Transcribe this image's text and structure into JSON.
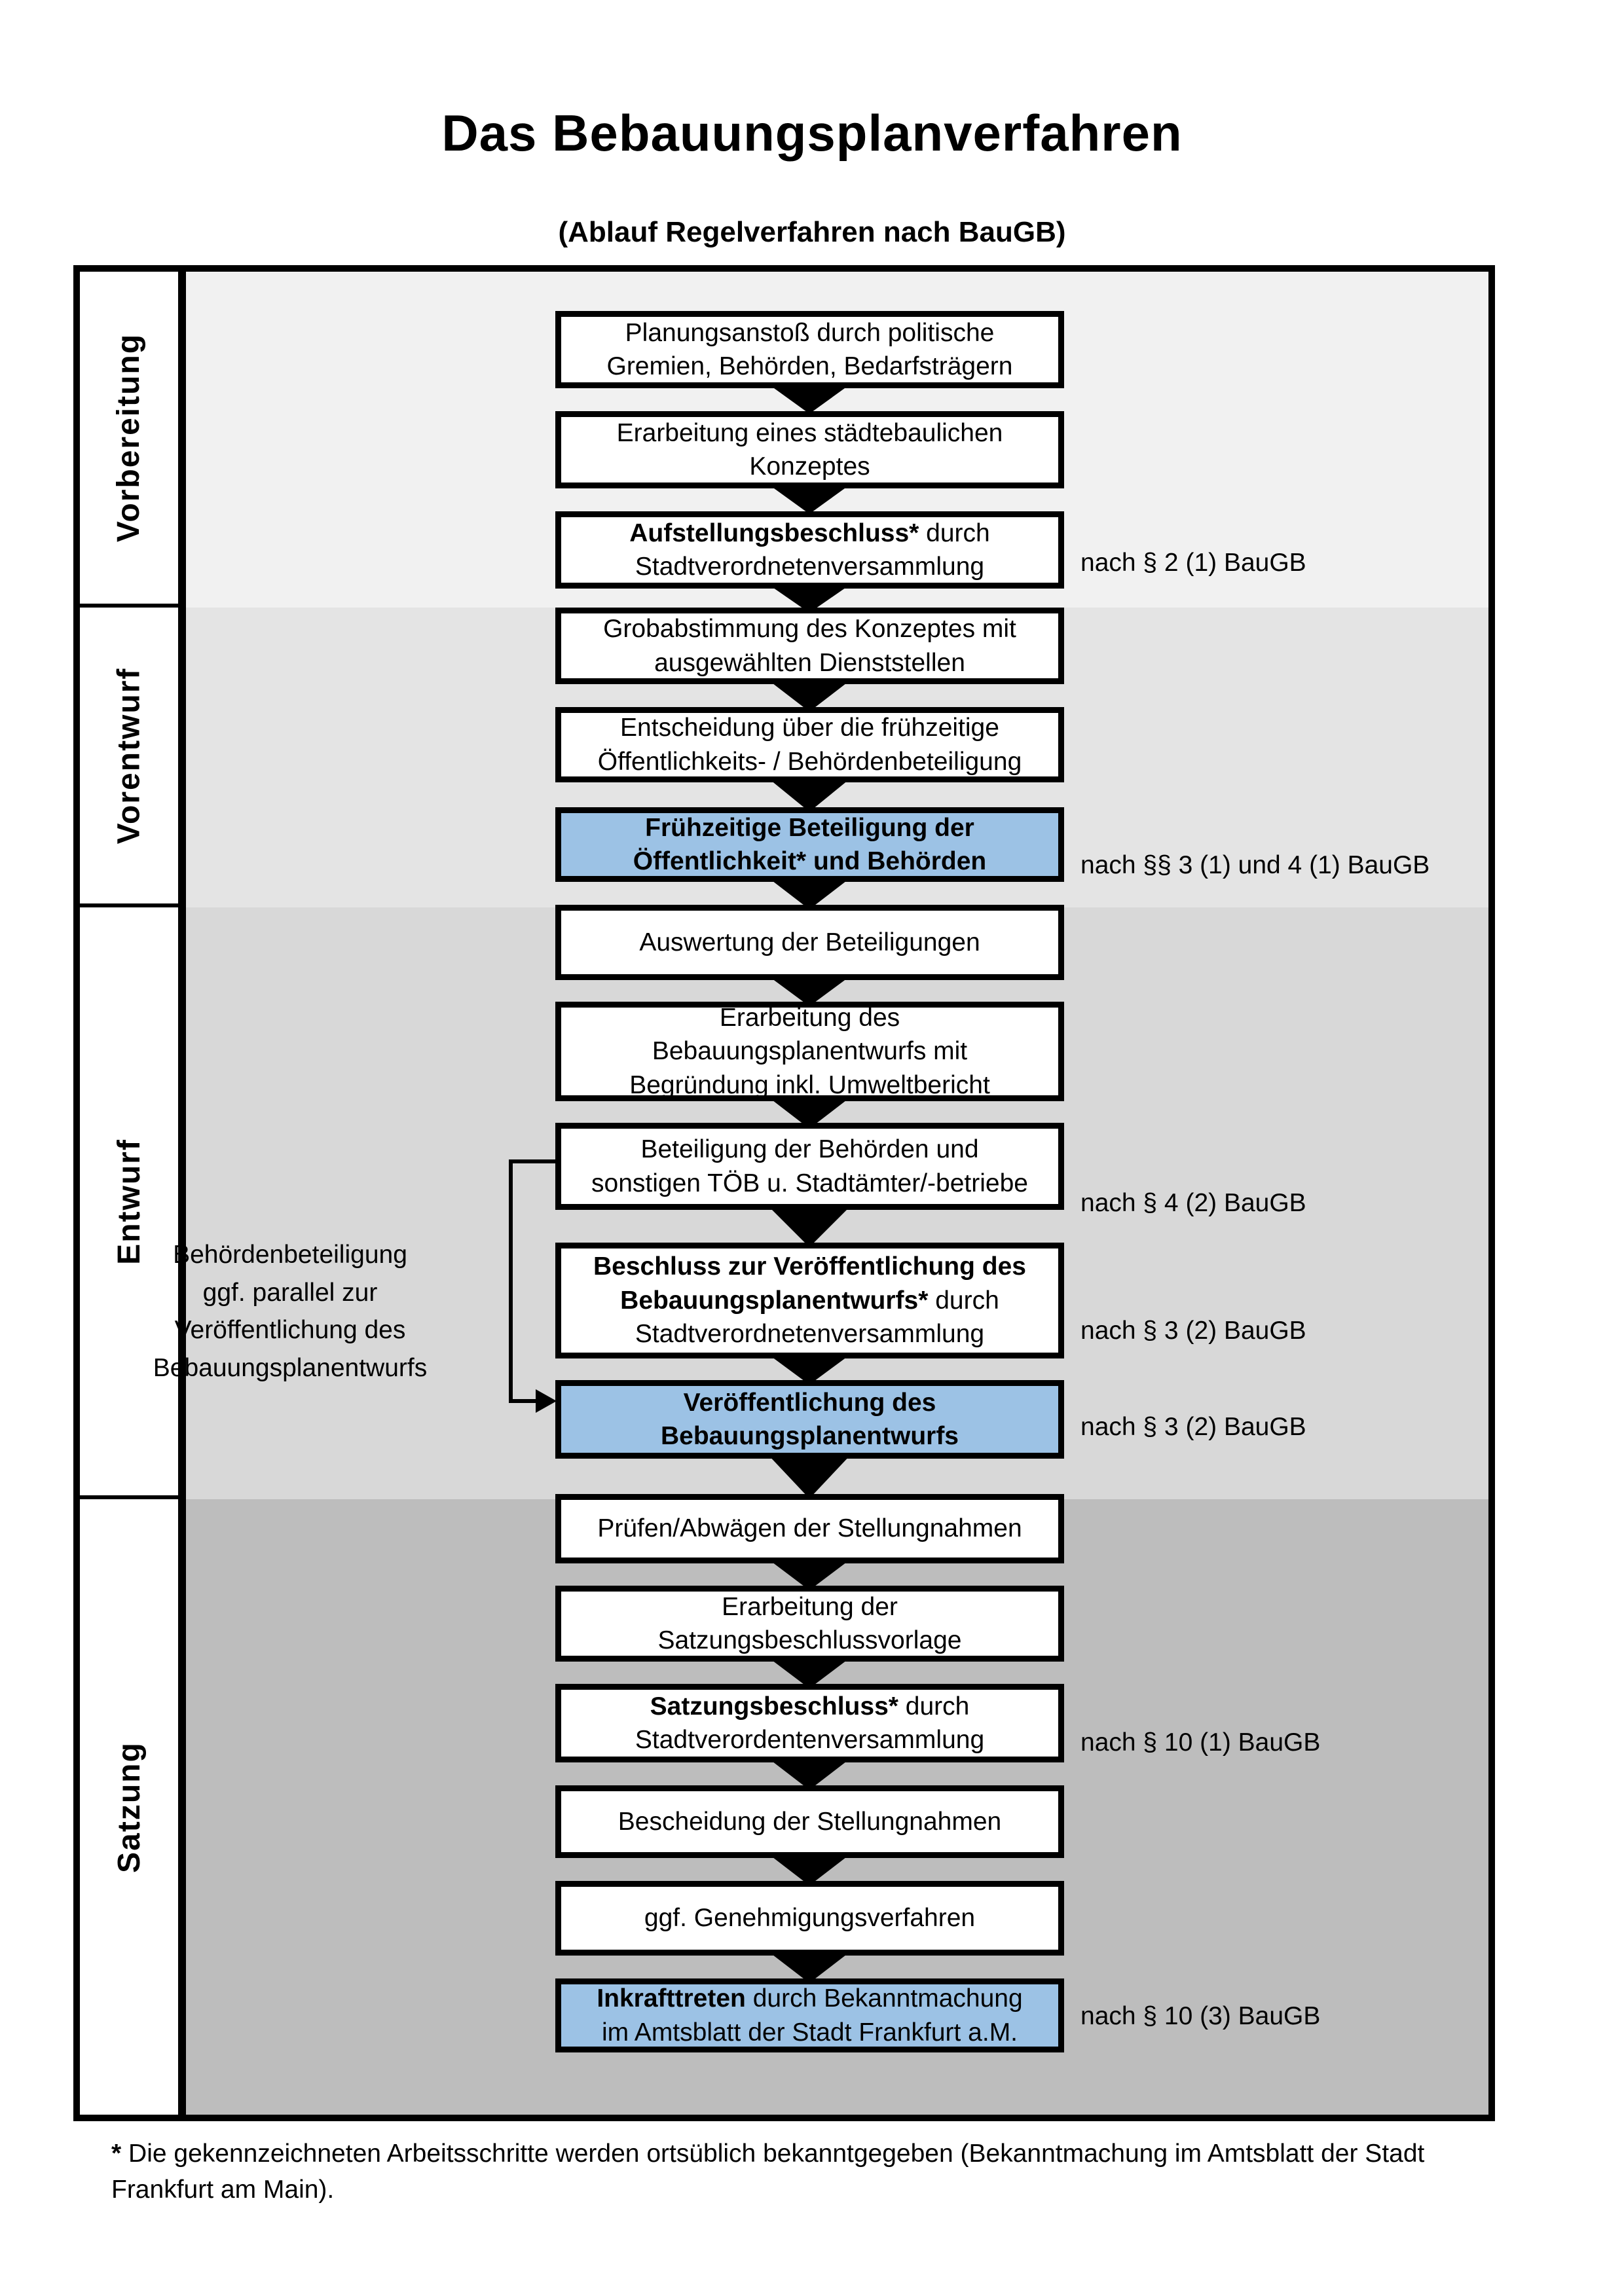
{
  "title": "Das Bebauungsplanverfahren",
  "subtitle": "(Ablauf Regelverfahren nach BauGB)",
  "colors": {
    "highlight_fill": "#9cc2e5",
    "box_fill": "#ffffff",
    "frame": "#000000"
  },
  "phases": [
    {
      "name": "Vorbereitung",
      "band_color": "#f1f1f1"
    },
    {
      "name": "Vorentwurf",
      "band_color": "#e4e4e4"
    },
    {
      "name": "Entwurf",
      "band_color": "#d8d8d8"
    },
    {
      "name": "Satzung",
      "band_color": "#bdbdbd"
    }
  ],
  "steps": [
    {
      "bold": "",
      "rest": "Planungsanstoß durch politische\nGremien, Behörden, Bedarfsträgern",
      "highlighted": false
    },
    {
      "bold": "",
      "rest": "Erarbeitung eines städtebaulichen\nKonzeptes",
      "highlighted": false
    },
    {
      "bold": "Aufstellungsbeschluss*",
      "rest": " durch\nStadtverordnetenversammlung",
      "highlighted": false
    },
    {
      "bold": "",
      "rest": "Grobabstimmung des Konzeptes mit\nausgewählten Dienststellen",
      "highlighted": false
    },
    {
      "bold": "",
      "rest": "Entscheidung über die frühzeitige\nÖffentlichkeits- / Behördenbeteiligung",
      "highlighted": false
    },
    {
      "bold": "Frühzeitige Beteiligung der\nÖffentlichkeit* und Behörden",
      "rest": "",
      "highlighted": true
    },
    {
      "bold": "",
      "rest": "Auswertung der Beteiligungen",
      "highlighted": false
    },
    {
      "bold": "",
      "rest": "Erarbeitung des\nBebauungsplanentwurfs mit\nBegründung inkl. Umweltbericht",
      "highlighted": false
    },
    {
      "bold": "",
      "rest": "Beteiligung der Behörden und\nsonstigen TÖB u. Stadtämter/-betriebe",
      "highlighted": false
    },
    {
      "bold": "Beschluss zur Veröffentlichung des\nBebauungsplanentwurfs*",
      "rest": " durch\nStadtverordnetenversammlung",
      "highlighted": false
    },
    {
      "bold": "Veröffentlichung des\nBebauungsplanentwurfs",
      "rest": "",
      "highlighted": true
    },
    {
      "bold": "",
      "rest": "Prüfen/Abwägen der Stellungnahmen",
      "highlighted": false
    },
    {
      "bold": "",
      "rest": "Erarbeitung der\nSatzungsbeschlussvorlage",
      "highlighted": false
    },
    {
      "bold": "Satzungsbeschluss*",
      "rest": " durch\nStadtverordentenversammlung",
      "highlighted": false
    },
    {
      "bold": "",
      "rest": "Bescheidung der Stellungnahmen",
      "highlighted": false
    },
    {
      "bold": "",
      "rest": "ggf. Genehmigungsverfahren",
      "highlighted": false
    },
    {
      "bold": "Inkrafttreten",
      "rest": " durch Bekanntmachung\nim Amtsblatt der Stadt Frankfurt a.M.",
      "highlighted": true
    }
  ],
  "legal_refs": [
    "nach § 2 (1) BauGB",
    "nach §§ 3 (1) und 4 (1) BauGB",
    "nach § 4 (2) BauGB",
    "nach § 3 (2) BauGB",
    "nach § 3 (2) BauGB",
    "nach § 10 (1) BauGB",
    "nach § 10 (3) BauGB"
  ],
  "annotation": "Behördenbeteiligung\nggf. parallel zur\nVeröffentlichung des\nBebauungsplanentwurfs",
  "footnote_marker": "*",
  "footnote": " Die gekennzeichneten Arbeitsschritte werden ortsüblich bekanntgegeben (Bekanntmachung im Amtsblatt der Stadt Frankfurt am Main)."
}
